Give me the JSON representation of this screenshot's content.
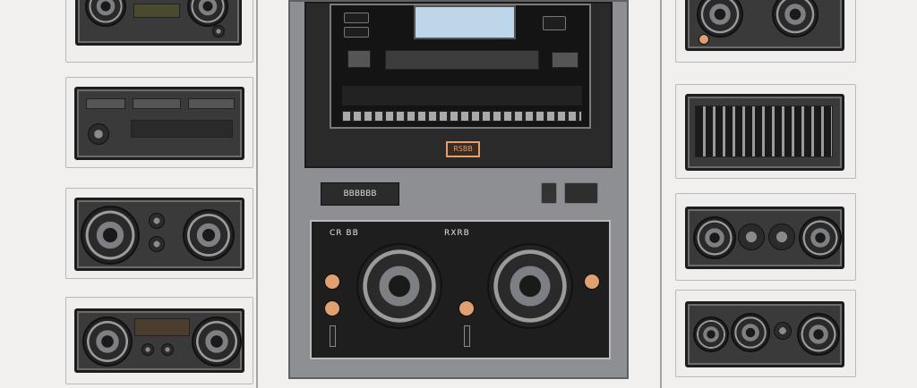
{
  "colors": {
    "background": "#f1f0ee",
    "panel": "#8d8f92",
    "unit_body": "#3a3a3a",
    "accent_orange": "#e0a070",
    "screen": "#bdd6ea"
  },
  "console": {
    "indicator_label": "RSBB",
    "display_label": "BBBBBB",
    "left_deck_label": "CR BB",
    "right_deck_label": "RXRB"
  },
  "icons": [
    "speaker-icon",
    "knob-icon",
    "screen-icon",
    "cassette-icon",
    "fader-icon"
  ]
}
